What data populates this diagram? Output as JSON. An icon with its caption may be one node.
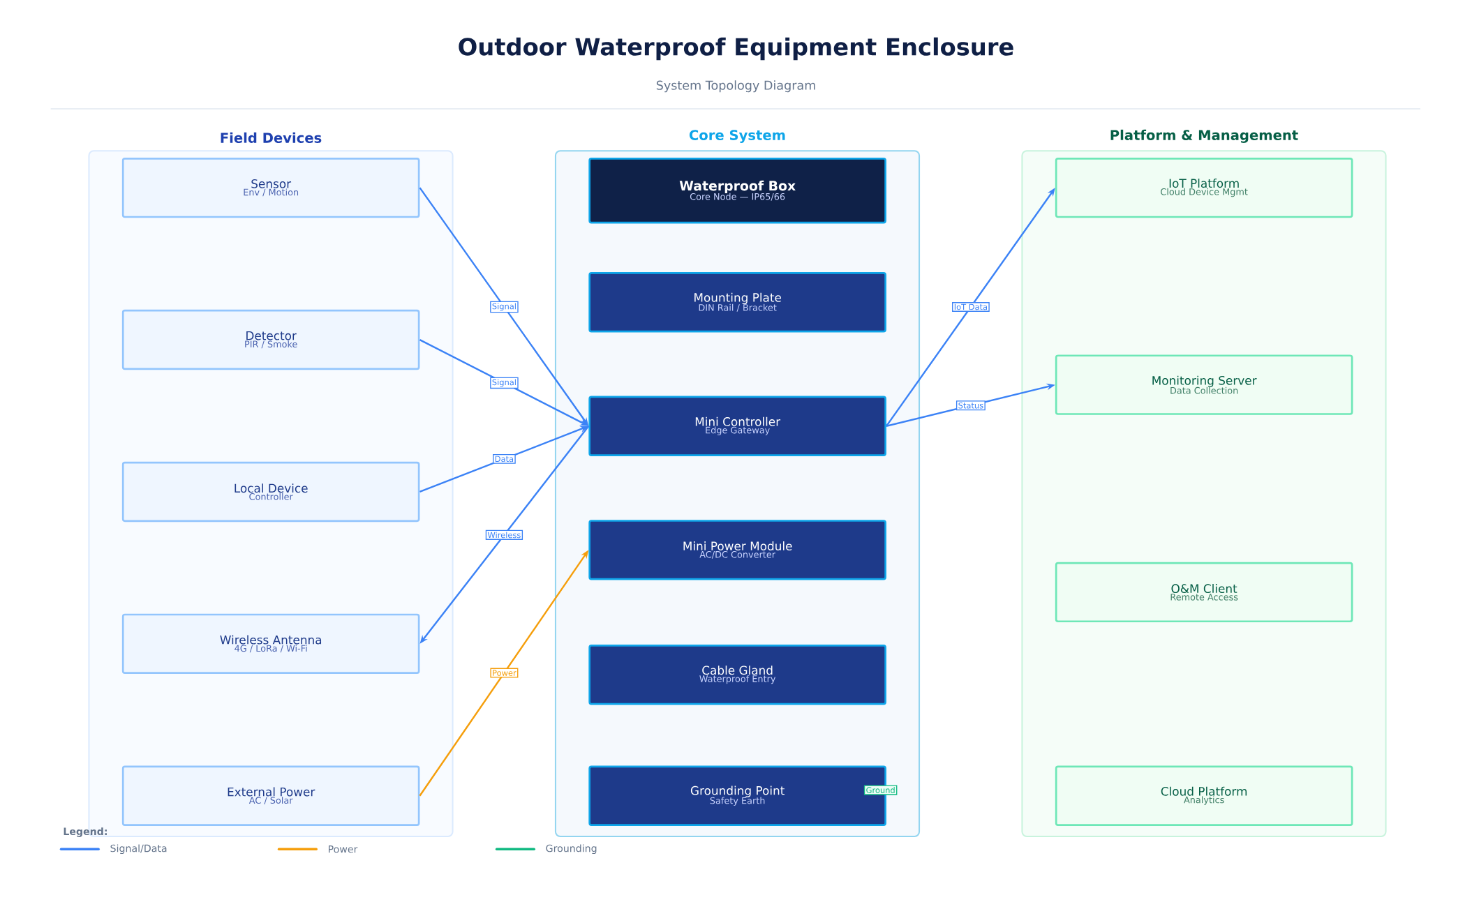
{
  "diagram": {
    "title": "Outdoor Waterproof Equipment Enclosure",
    "nodes": [
      {
        "text": [
          "Field Devices"
        ]
      },
      {
        "text": [
          "Sensor",
          "Env / Motion"
        ],
        "in": 0
      },
      {
        "text": [
          "Detector",
          "PIR / Smoke"
        ],
        "in": 0
      },
      {
        "text": [
          "Local Device",
          "Controller"
        ],
        "in": 0
      },
      {
        "text": [
          "Wireless Antenna",
          "4G / LoRa / Wi-Fi"
        ],
        "in": 0
      },
      {
        "text": [
          "External Power",
          "AC / Solar"
        ],
        "in": 0
      },
      {
        "text": [
          "Core System"
        ]
      },
      {
        "text": [
          "Waterproof Box",
          "Core Node — IP65/66"
        ],
        "in": 6
      },
      {
        "text": [
          "Mounting Plate",
          "DIN Rail / Bracket"
        ],
        "in": 6
      },
      {
        "text": [
          "Mini Controller",
          "Edge Gateway"
        ],
        "in": 6
      },
      {
        "text": [
          "Mini Power Module",
          "AC/DC Converter"
        ],
        "in": 6
      },
      {
        "text": [
          "Cable Gland",
          "Waterproof Entry"
        ],
        "in": 6
      },
      {
        "text": [
          "Grounding Point",
          "Safety Earth"
        ],
        "in": 6
      },
      {
        "text": [
          "Platform & Management"
        ]
      },
      {
        "text": [
          "IoT Platform",
          "Cloud Device Mgmt"
        ],
        "in": 13
      },
      {
        "text": [
          "Monitoring Server",
          "Data Collection"
        ],
        "in": 13
      },
      {
        "text": [
          "O&M Client",
          "Remote Access"
        ],
        "in": 13
      },
      {
        "text": [
          "Cloud Platform",
          "Analytics"
        ],
        "in": 13
      }
    ],
    "edges": [
      {
        "from": 1,
        "to": 9,
        "arrow": "to",
        "label": "Signal"
      },
      {
        "from": 2,
        "to": 9,
        "arrow": "to",
        "label": "Signal"
      },
      {
        "from": 3,
        "to": 9,
        "arrow": "to",
        "label": "Data"
      },
      {
        "from": 9,
        "to": 4,
        "arrow": "to",
        "label": "Wireless"
      },
      {
        "from": 5,
        "to": 10,
        "arrow": "to",
        "label": "Power",
        "color": "#f59e0b"
      },
      {
        "from": 9,
        "to": 14,
        "arrow": "to",
        "label": "IoT Data"
      },
      {
        "from": 9,
        "to": 15,
        "arrow": "to",
        "label": "Status"
      }
    ],
    "labels": [
      "System Topology Diagram",
      "Ground",
      "Legend:"
    ],
    "legend": [
      {
        "text": "Signal/Data"
      },
      {
        "text": "Power"
      },
      {
        "text": "Grounding"
      }
    ]
  }
}
